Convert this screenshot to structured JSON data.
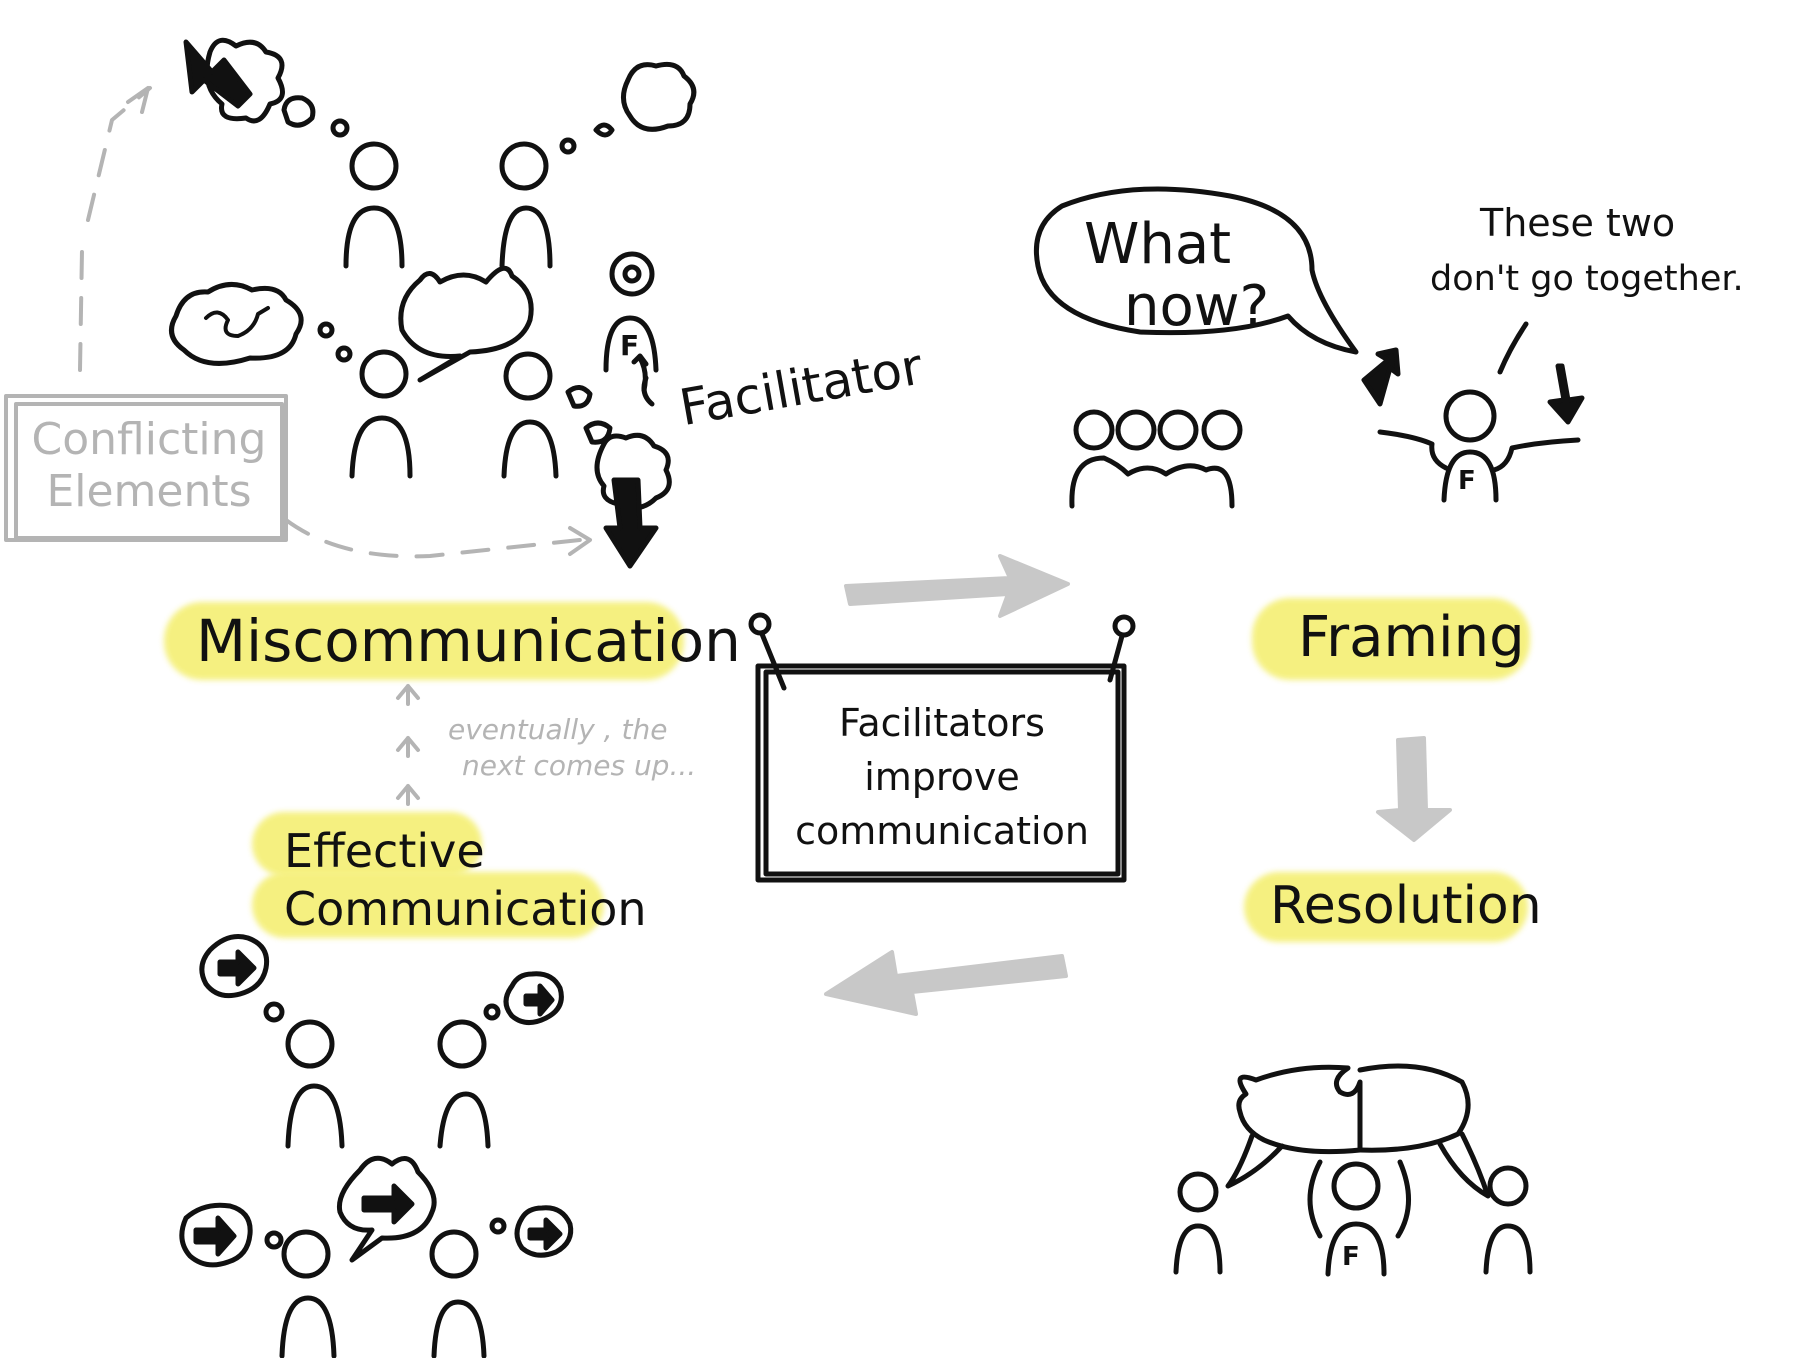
{
  "labels": {
    "conflicting_elements": "Conflicting Elements",
    "conflicting_line1": "Conflicting",
    "conflicting_line2": "Elements",
    "facilitator": "Facilitator",
    "miscommunication": "Miscommunication",
    "eventually_line1": "eventually , the",
    "eventually_line2": "next comes up...",
    "effective_line1": "Effective",
    "effective_line2": "Communication",
    "framing": "Framing",
    "resolution": "Resolution",
    "speech_line1": "What",
    "speech_line2": "now?",
    "aside_line1": "These two",
    "aside_line2": "don't go together.",
    "sign_line1": "Facilitators",
    "sign_line2": "improve",
    "sign_line3": "communication",
    "facilitator_badge": "F"
  },
  "colors": {
    "ink": "#111111",
    "highlight": "#f5f07a",
    "light_gray": "#b4b4b4",
    "arrow_gray": "#c8c8c8"
  }
}
